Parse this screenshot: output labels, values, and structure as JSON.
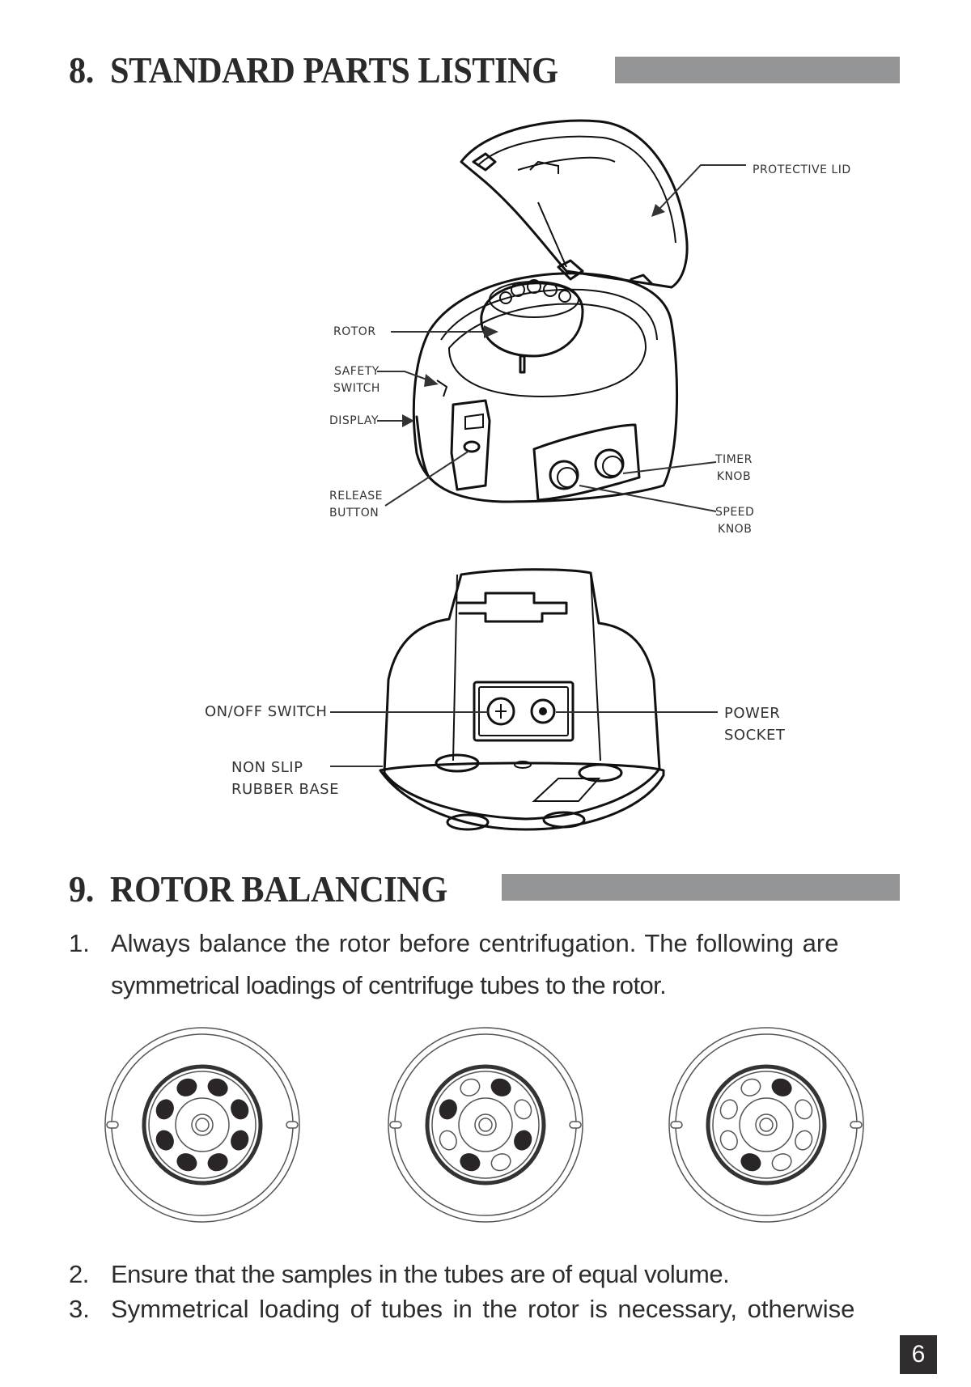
{
  "page_number": "6",
  "section8": {
    "number": "8.",
    "title": "STANDARD PARTS LISTING",
    "figure_top": {
      "callouts": {
        "protective_lid": "PROTECTIVE LID",
        "rotor": "ROTOR",
        "safety_switch_line1": "SAFETY",
        "safety_switch_line2": "SWITCH",
        "display": "DISPLAY",
        "release_button_line1": "RELEASE",
        "release_button_line2": "BUTTON",
        "timer_knob_line1": "TIMER",
        "timer_knob_line2": "KNOB",
        "speed_knob_line1": "SPEED",
        "speed_knob_line2": "KNOB"
      }
    },
    "figure_bottom": {
      "callouts": {
        "on_off_switch": "ON/OFF SWITCH",
        "non_slip_line1": "NON SLIP",
        "non_slip_line2": "RUBBER BASE",
        "power_socket_line1": "POWER",
        "power_socket_line2": "SOCKET"
      }
    }
  },
  "section9": {
    "number": "9.",
    "title": "ROTOR BALANCING",
    "items": [
      {
        "num": "1.",
        "line1": "Always balance the rotor before  centrifugation. The  following are",
        "line2": "symmetrical loadings of centrifuge tubes to the rotor."
      },
      {
        "num": "2.",
        "line1": "Ensure that the samples in the tubes are of equal volume."
      },
      {
        "num": "3.",
        "line1": "Symmetrical loading of tubes in the rotor is necessary, otherwise"
      }
    ],
    "rotor_diagrams": [
      {
        "label": "8 tubes loaded",
        "loaded": [
          true,
          true,
          true,
          true,
          true,
          true,
          true,
          true
        ]
      },
      {
        "label": "4 tubes loaded",
        "loaded": [
          false,
          true,
          false,
          true,
          false,
          true,
          false,
          true
        ]
      },
      {
        "label": "2 tubes loaded",
        "loaded": [
          false,
          true,
          false,
          false,
          false,
          true,
          false,
          false
        ]
      }
    ]
  }
}
